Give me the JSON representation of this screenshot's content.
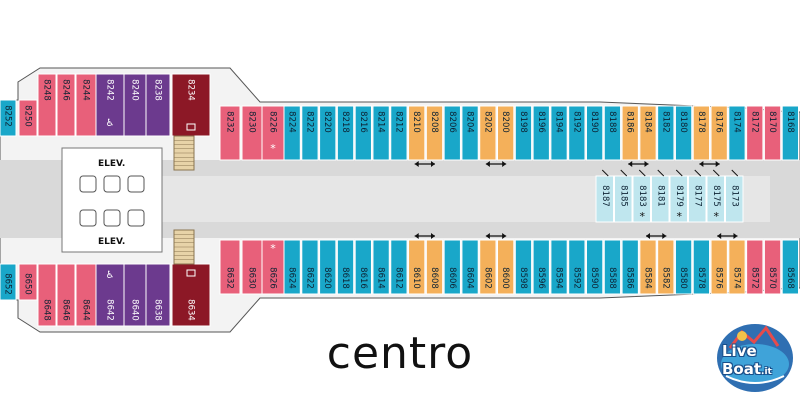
{
  "map": {
    "zone_name": "centro",
    "elevator_label": "ELEV.",
    "accessible_icon": "wheelchair-icon",
    "suite_icon": "suite-icon",
    "colors": {
      "blue": "#19a7c9",
      "orange": "#f4b05a",
      "pink": "#e8607a",
      "purple": "#6c3a8e",
      "maroon": "#8c1826",
      "light_cyan": "#bfe6ee",
      "corridor": "#d9d9d9"
    },
    "top_row_cabins": [
      {
        "number": "8252",
        "color": "blue"
      },
      {
        "number": "8250",
        "color": "pink"
      },
      {
        "number": "8248",
        "color": "pink"
      },
      {
        "number": "8246",
        "color": "pink"
      },
      {
        "number": "8244",
        "color": "pink"
      },
      {
        "number": "8242",
        "color": "purple",
        "accessible": true
      },
      {
        "number": "8240",
        "color": "purple"
      },
      {
        "number": "8238",
        "color": "purple"
      },
      {
        "number": "8234",
        "color": "maroon",
        "suite": true
      },
      {
        "number": "8232",
        "color": "pink"
      },
      {
        "number": "8230",
        "color": "pink"
      },
      {
        "number": "8226",
        "color": "pink",
        "star": true
      },
      {
        "number": "8224",
        "color": "blue"
      },
      {
        "number": "8222",
        "color": "blue"
      },
      {
        "number": "8220",
        "color": "blue"
      },
      {
        "number": "8218",
        "color": "blue"
      },
      {
        "number": "8216",
        "color": "blue"
      },
      {
        "number": "8214",
        "color": "blue"
      },
      {
        "number": "8212",
        "color": "blue"
      },
      {
        "number": "8210",
        "color": "orange",
        "connect": true
      },
      {
        "number": "8208",
        "color": "orange"
      },
      {
        "number": "8206",
        "color": "blue"
      },
      {
        "number": "8204",
        "color": "blue"
      },
      {
        "number": "8202",
        "color": "orange",
        "connect": true
      },
      {
        "number": "8200",
        "color": "orange"
      },
      {
        "number": "8198",
        "color": "blue"
      },
      {
        "number": "8196",
        "color": "blue"
      },
      {
        "number": "8194",
        "color": "blue"
      },
      {
        "number": "8192",
        "color": "blue"
      },
      {
        "number": "8190",
        "color": "blue"
      },
      {
        "number": "8188",
        "color": "blue"
      },
      {
        "number": "8186",
        "color": "orange",
        "connect": true
      },
      {
        "number": "8184",
        "color": "orange"
      },
      {
        "number": "8182",
        "color": "blue"
      },
      {
        "number": "8180",
        "color": "blue"
      },
      {
        "number": "8178",
        "color": "orange",
        "connect": true
      },
      {
        "number": "8176",
        "color": "orange"
      },
      {
        "number": "8174",
        "color": "blue"
      },
      {
        "number": "8172",
        "color": "pink"
      },
      {
        "number": "8170",
        "color": "pink"
      },
      {
        "number": "8168",
        "color": "blue"
      }
    ],
    "inner_cabins": [
      {
        "number": "8187"
      },
      {
        "number": "8185"
      },
      {
        "number": "8183",
        "star": true
      },
      {
        "number": "8181"
      },
      {
        "number": "8179",
        "star": true
      },
      {
        "number": "8177"
      },
      {
        "number": "8175",
        "star": true
      },
      {
        "number": "8173"
      }
    ],
    "bottom_row_cabins": [
      {
        "number": "8652",
        "color": "blue"
      },
      {
        "number": "8650",
        "color": "pink"
      },
      {
        "number": "8648",
        "color": "pink"
      },
      {
        "number": "8646",
        "color": "pink"
      },
      {
        "number": "8644",
        "color": "pink"
      },
      {
        "number": "8642",
        "color": "purple",
        "accessible": true
      },
      {
        "number": "8640",
        "color": "purple"
      },
      {
        "number": "8638",
        "color": "purple"
      },
      {
        "number": "8634",
        "color": "maroon",
        "suite": true
      },
      {
        "number": "8632",
        "color": "pink"
      },
      {
        "number": "8630",
        "color": "pink"
      },
      {
        "number": "8626",
        "color": "pink",
        "star": true
      },
      {
        "number": "8624",
        "color": "blue"
      },
      {
        "number": "8622",
        "color": "blue"
      },
      {
        "number": "8620",
        "color": "blue"
      },
      {
        "number": "8618",
        "color": "blue"
      },
      {
        "number": "8616",
        "color": "blue"
      },
      {
        "number": "8614",
        "color": "blue"
      },
      {
        "number": "8612",
        "color": "blue"
      },
      {
        "number": "8610",
        "color": "orange",
        "connect": true
      },
      {
        "number": "8608",
        "color": "orange"
      },
      {
        "number": "8606",
        "color": "blue"
      },
      {
        "number": "8604",
        "color": "blue"
      },
      {
        "number": "8602",
        "color": "orange",
        "connect": true
      },
      {
        "number": "8600",
        "color": "orange"
      },
      {
        "number": "8598",
        "color": "blue"
      },
      {
        "number": "8596",
        "color": "blue"
      },
      {
        "number": "8594",
        "color": "blue"
      },
      {
        "number": "8592",
        "color": "blue"
      },
      {
        "number": "8590",
        "color": "blue"
      },
      {
        "number": "8588",
        "color": "blue"
      },
      {
        "number": "8586",
        "color": "blue"
      },
      {
        "number": "8584",
        "color": "orange",
        "connect": true
      },
      {
        "number": "8582",
        "color": "orange"
      },
      {
        "number": "8580",
        "color": "blue"
      },
      {
        "number": "8578",
        "color": "blue"
      },
      {
        "number": "8576",
        "color": "orange",
        "connect": true
      },
      {
        "number": "8574",
        "color": "orange"
      },
      {
        "number": "8572",
        "color": "pink"
      },
      {
        "number": "8570",
        "color": "pink"
      },
      {
        "number": "8568",
        "color": "blue"
      }
    ],
    "logo": {
      "word1": "Live",
      "word2": "Boat",
      "suffix": ".it"
    }
  }
}
